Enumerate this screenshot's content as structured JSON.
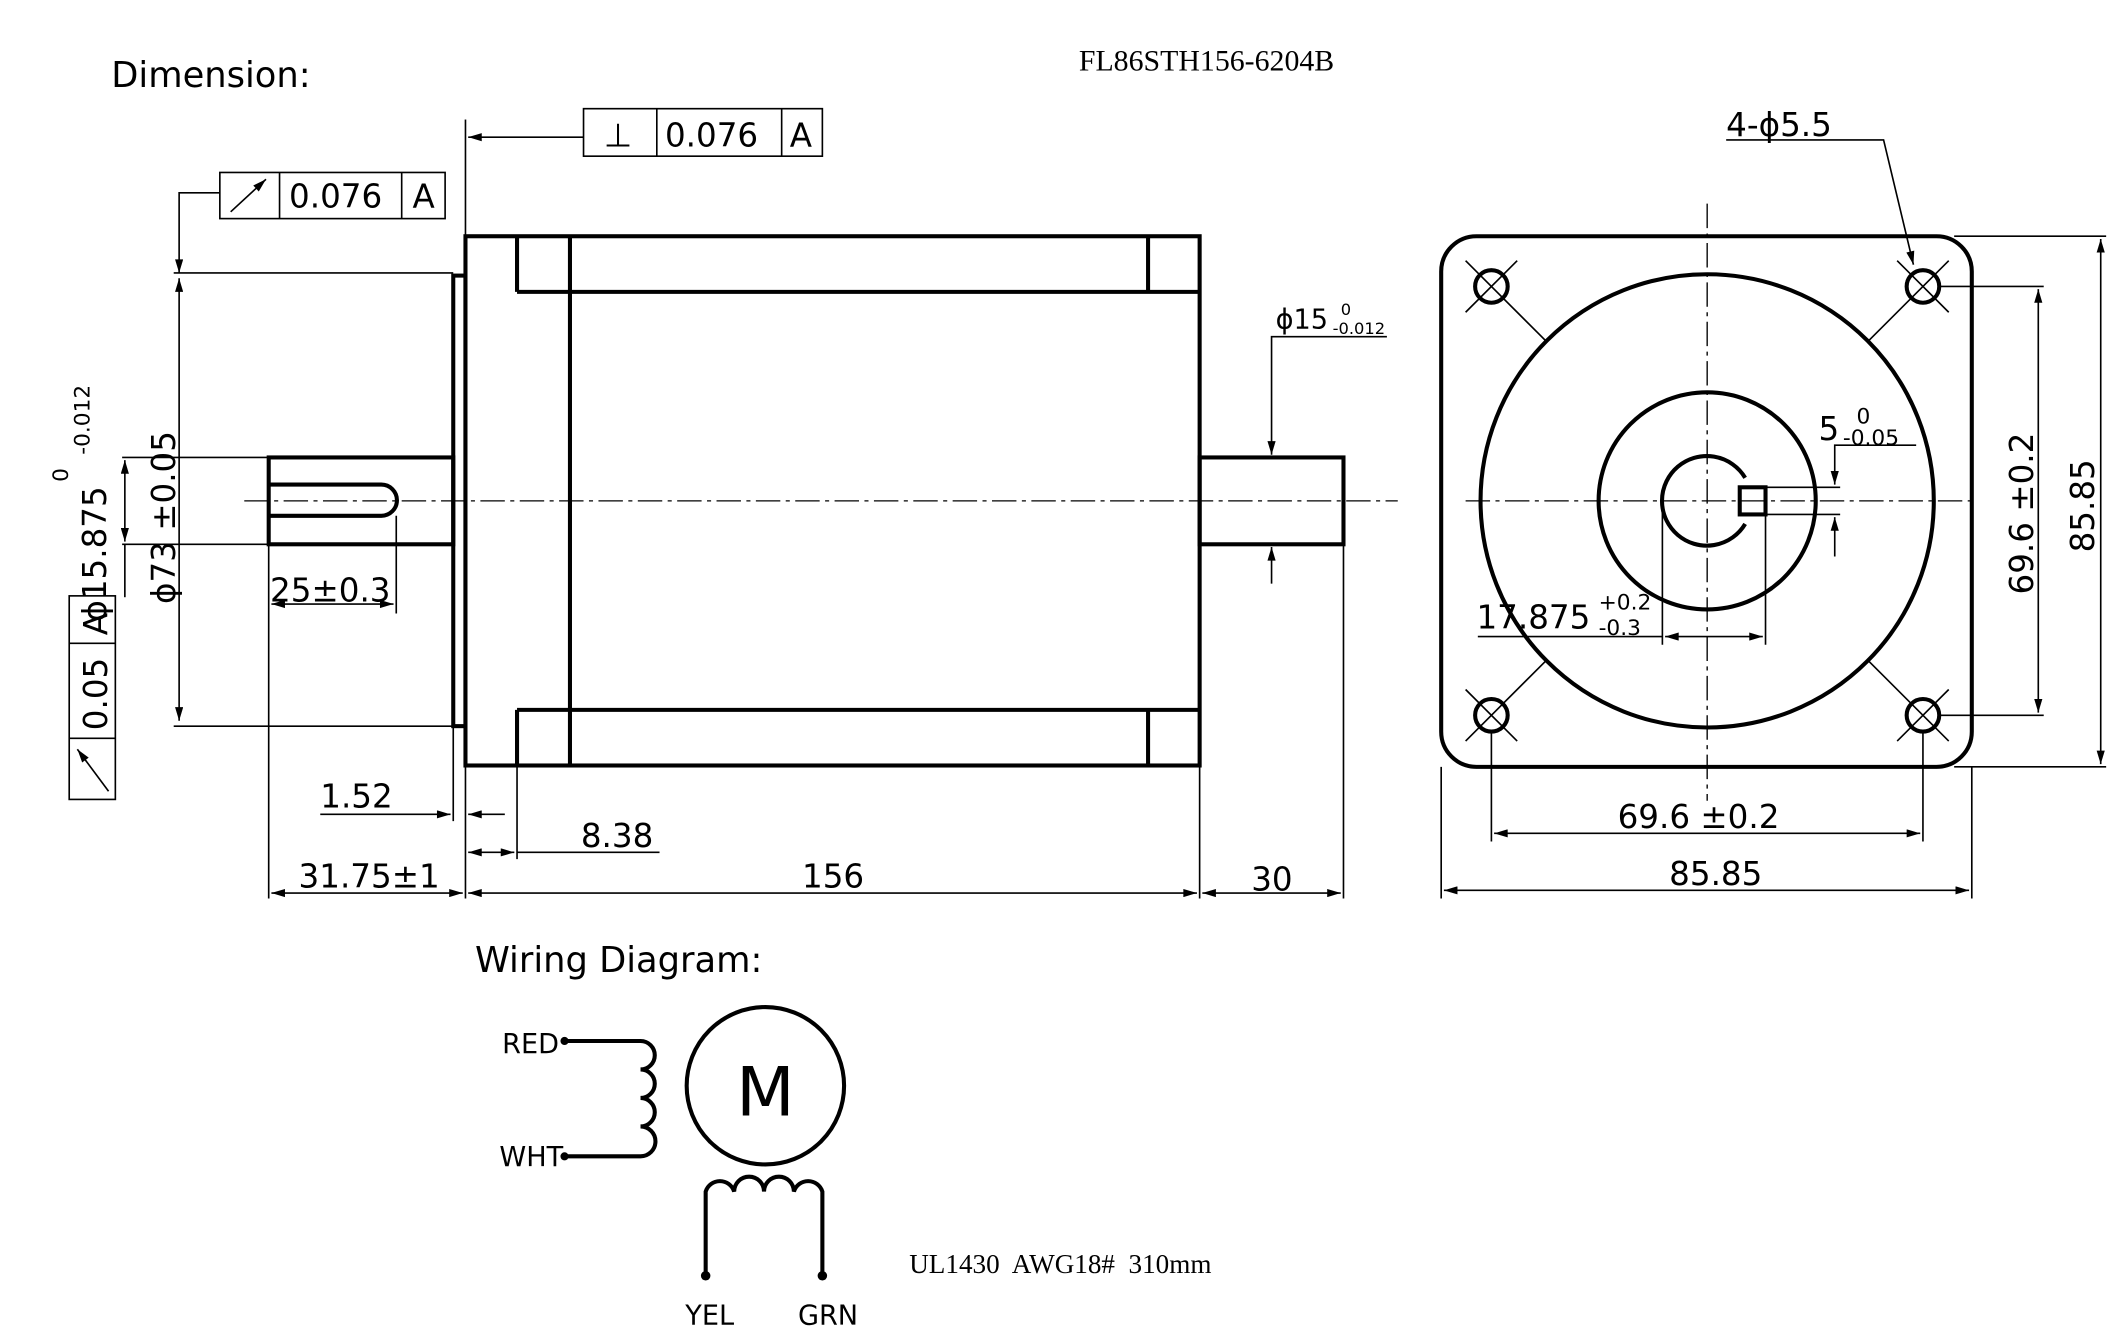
{
  "header": {
    "section_label": "Dimension:",
    "model": "FL86STH156-6204B"
  },
  "tolerances": {
    "perpendicularity": {
      "symbol": "⊥",
      "value": "0.076",
      "datum": "A"
    },
    "runout_top": {
      "value": "0.076",
      "datum": "A"
    },
    "runout_left": {
      "value": "0.05",
      "datum": "A"
    }
  },
  "side_view": {
    "shaft_dia": "ϕ15.875",
    "shaft_dia_tol_upper": "0",
    "shaft_dia_tol_lower": "-0.012",
    "pilot_dia": "ϕ73 ±0.05",
    "key_length": "25±0.3",
    "pilot_height": "1.52",
    "flange_thickness": "8.38",
    "front_shaft_length": "31.75±1",
    "body_length": "156",
    "rear_shaft_length": "30",
    "rear_shaft_dia": "ϕ15",
    "rear_shaft_tol_upper": "0",
    "rear_shaft_tol_lower": "-0.012"
  },
  "front_view": {
    "holes": "4-ϕ5.5",
    "key_width": "5",
    "key_width_tol_upper": "0",
    "key_width_tol_lower": "-0.05",
    "key_depth": "17.875",
    "key_depth_tol_upper": "+0.2",
    "key_depth_tol_lower": "-0.3",
    "hole_spacing_v": "69.6 ±0.2",
    "size_v": "85.85",
    "hole_spacing_h": "69.6 ±0.2",
    "size_h": "85.85"
  },
  "wiring": {
    "title": "Wiring Diagram:",
    "motor_label": "M",
    "wires": [
      "RED",
      "WHT",
      "YEL",
      "GRN"
    ],
    "cable_spec": "UL1430  AWG18#  310mm"
  }
}
